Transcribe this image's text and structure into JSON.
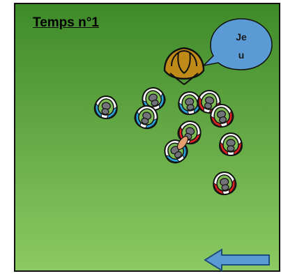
{
  "title": "Temps n°1",
  "bubble_text": "Je\nu",
  "colors": {
    "field_top": "#3e8a2a",
    "field_bottom": "#8cca62",
    "goalkeeper": "#c08a18",
    "team_blue": "#29a3d9",
    "team_red": "#e02020",
    "player_body": "#72727a",
    "ball": "#e5a070",
    "bubble": "#5b9bd5",
    "arrow": "#5b9bd5"
  },
  "players": {
    "blue": [
      {
        "name": "blue-player-1",
        "icon": "player-blue-icon"
      },
      {
        "name": "blue-player-2",
        "icon": "player-blue-icon"
      },
      {
        "name": "blue-player-3",
        "icon": "player-blue-icon"
      },
      {
        "name": "blue-player-4",
        "icon": "player-blue-icon"
      },
      {
        "name": "blue-player-5",
        "icon": "player-blue-icon"
      }
    ],
    "red": [
      {
        "name": "red-player-1",
        "icon": "player-red-icon"
      },
      {
        "name": "red-player-2",
        "icon": "player-red-icon"
      },
      {
        "name": "red-player-3",
        "icon": "player-red-icon"
      },
      {
        "name": "red-player-4",
        "icon": "player-red-icon"
      },
      {
        "name": "red-player-5",
        "icon": "player-red-icon"
      }
    ]
  },
  "icons": {
    "goalkeeper": "goalkeeper-icon",
    "ball": "ball-icon",
    "arrow": "direction-arrow-icon"
  }
}
